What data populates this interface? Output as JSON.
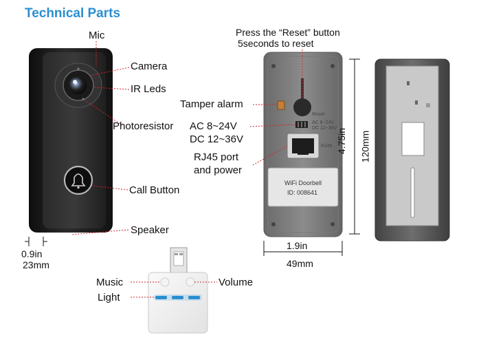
{
  "title": "Technical Parts",
  "front": {
    "mic": "Mic",
    "camera": "Camera",
    "ir_leds": "IR Leds",
    "photoresistor": "Photoresistor",
    "call_button": "Call Button",
    "speaker": "Speaker",
    "depth_in": "0.9in",
    "depth_mm": "23mm"
  },
  "back": {
    "reset_line1": "Press the “Reset” button",
    "reset_line2": "5seconds to reset",
    "tamper": "Tamper alarm",
    "power_ac": "AC 8~24V",
    "power_dc": "DC 12~36V",
    "rj45_line1": "RJ45 port",
    "rj45_line2": "and power",
    "width_in": "1.9in",
    "width_mm": "49mm",
    "height_in": "4.75in",
    "height_mm": "120mm",
    "silk_reset": "Reset",
    "silk_ac": "AC 8~24V",
    "silk_dc": "DC 12~36V",
    "silk_rj45": "RJ45",
    "plate_name": "WiFi Doorbell",
    "plate_id": "ID: 008641"
  },
  "chime": {
    "music": "Music",
    "volume": "Volume",
    "light": "Light"
  },
  "colors": {
    "title": "#2a8fd0",
    "leader": "#d9202a",
    "light_bar": "#2a8fd0",
    "body_dark": "#1c1c1c"
  }
}
